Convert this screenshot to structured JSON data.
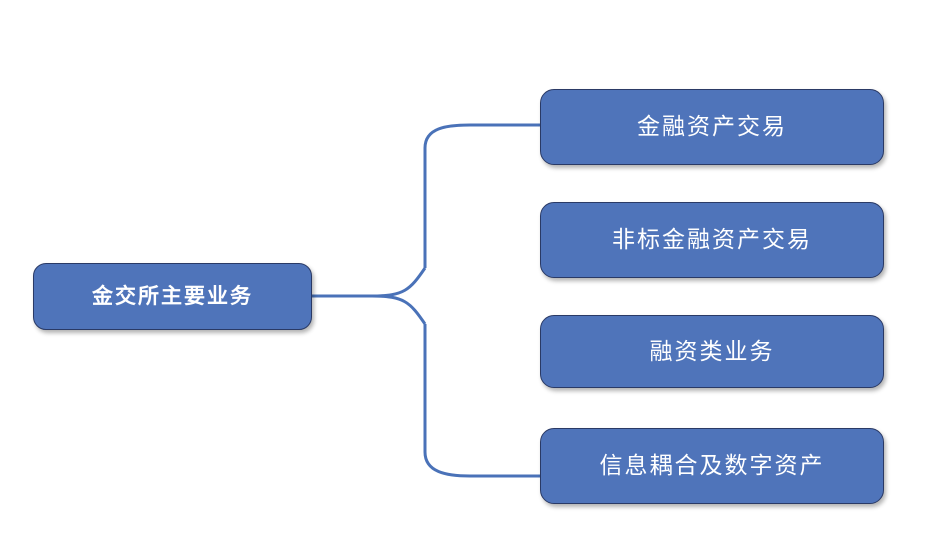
{
  "diagram": {
    "type": "hierarchy-tree",
    "orientation": "left-to-right",
    "colors": {
      "node_fill": "#4f74ba",
      "node_border": "#2a3a66",
      "connector": "#4a72b8",
      "node_text": "#ffffff",
      "background": "#ffffff"
    },
    "root": {
      "label": "金交所主要业务"
    },
    "children": [
      {
        "label": "金融资产交易"
      },
      {
        "label": "非标金融资产交易"
      },
      {
        "label": "融资类业务"
      },
      {
        "label": "信息耦合及数字资产"
      }
    ]
  }
}
